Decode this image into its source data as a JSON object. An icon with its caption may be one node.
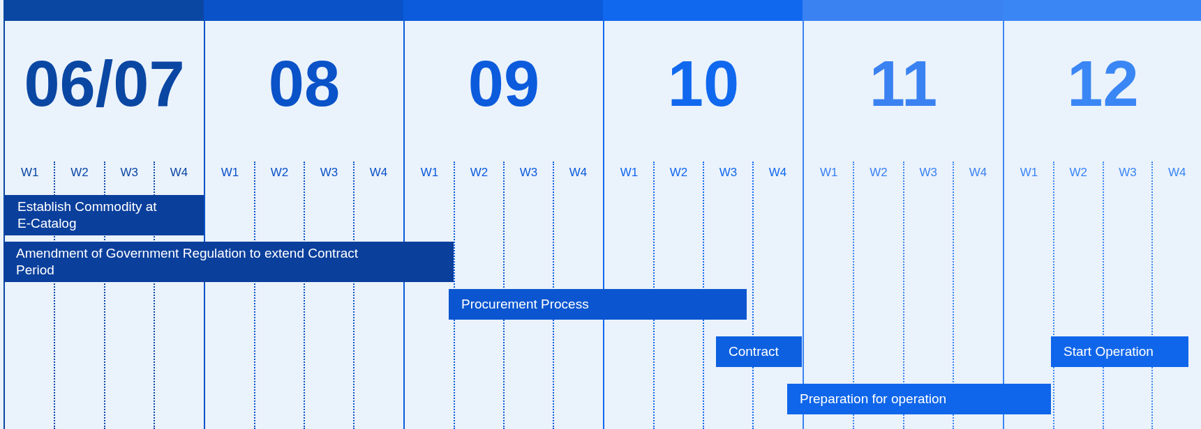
{
  "diagram": {
    "nodes": [
      {
        "text": [
          "06/07"
        ]
      },
      {
        "text": [
          "08"
        ]
      },
      {
        "text": [
          "09"
        ]
      },
      {
        "text": [
          "10"
        ]
      },
      {
        "text": [
          "11"
        ]
      },
      {
        "text": [
          "12"
        ]
      },
      {
        "text": [
          "Establish Commodity at E-Catalog"
        ],
        "in": 0
      },
      {
        "text": [
          "Amendment of Government Regulation to extend Contract Period"
        ]
      },
      {
        "text": [
          "Procurement Process"
        ]
      },
      {
        "text": [
          "Contract"
        ],
        "in": 3
      },
      {
        "text": [
          "Start Operation"
        ],
        "in": 5
      },
      {
        "text": [
          "Preparation for operation"
        ]
      }
    ],
    "labels": [
      "W1",
      "W2",
      "W3",
      "W4",
      "W1",
      "W2",
      "W3",
      "W4",
      "W1",
      "W2",
      "W3",
      "W4",
      "W1",
      "W2",
      "W3",
      "W4",
      "W1",
      "W2",
      "W3",
      "W4",
      "W1",
      "W2",
      "W3",
      "W4"
    ]
  }
}
